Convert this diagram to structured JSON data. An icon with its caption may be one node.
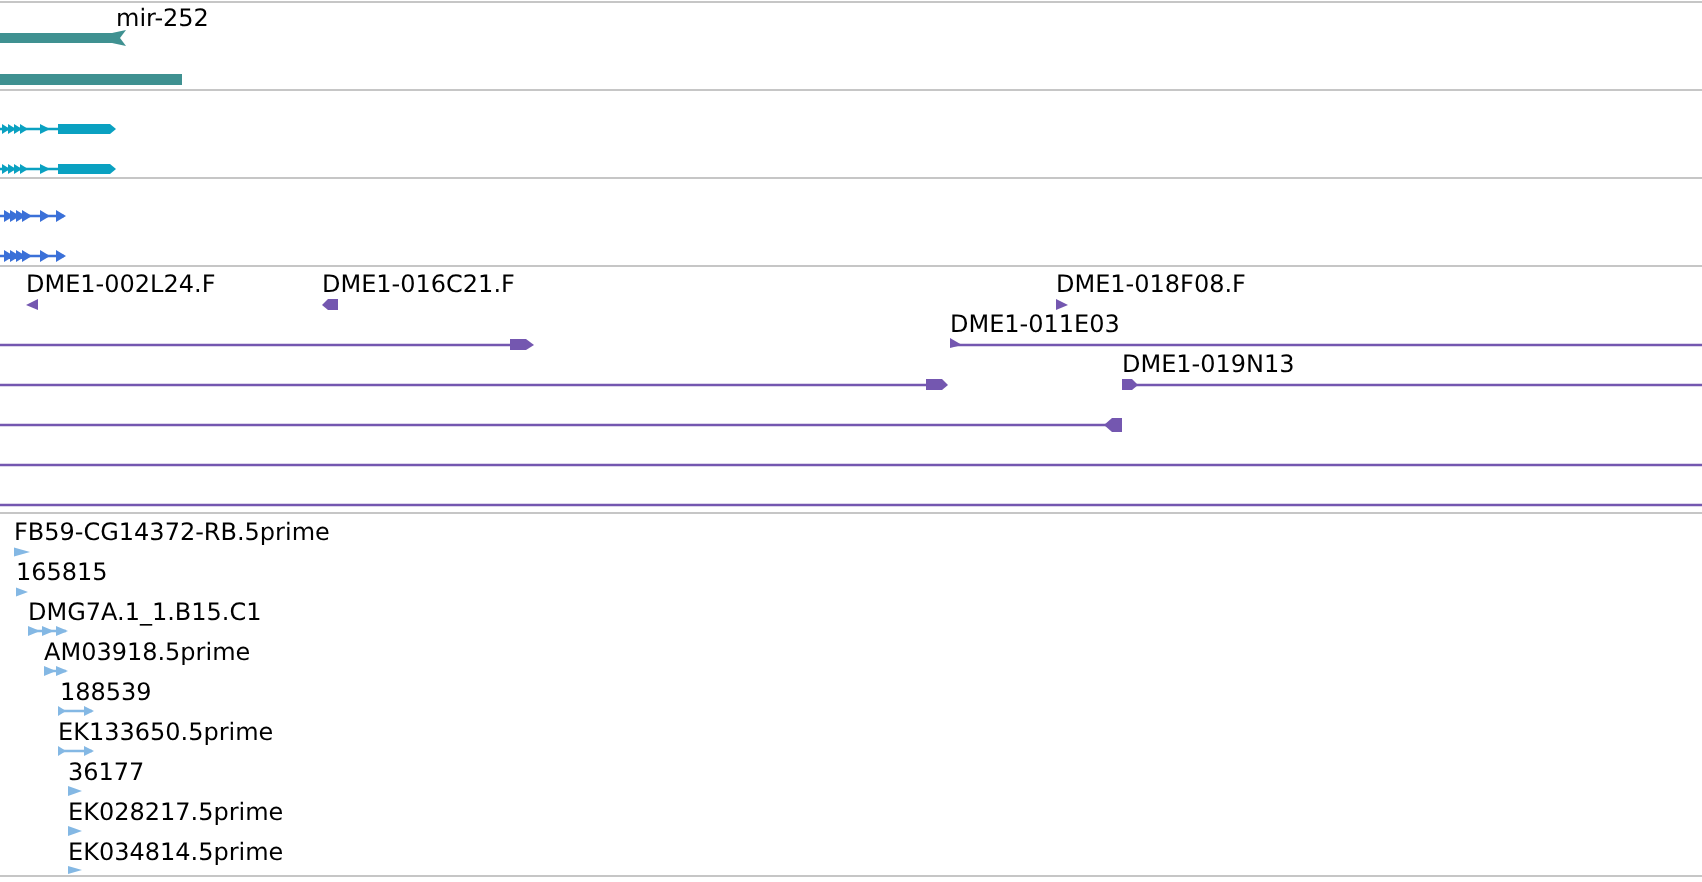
{
  "diagram": {
    "labels": [
      "mir-252",
      "DME1-002L24.F",
      "DME1-016C21.F",
      "DME1-018F08.F",
      "DME1-011E03",
      "DME1-019N13",
      "FB59-CG14372-RB.5prime",
      "165815",
      "DMG7A.1_1.B15.C1",
      "AM03918.5prime",
      "188539",
      "EK133650.5prime",
      "36177",
      "EK028217.5prime",
      "EK034814.5prime"
    ]
  }
}
